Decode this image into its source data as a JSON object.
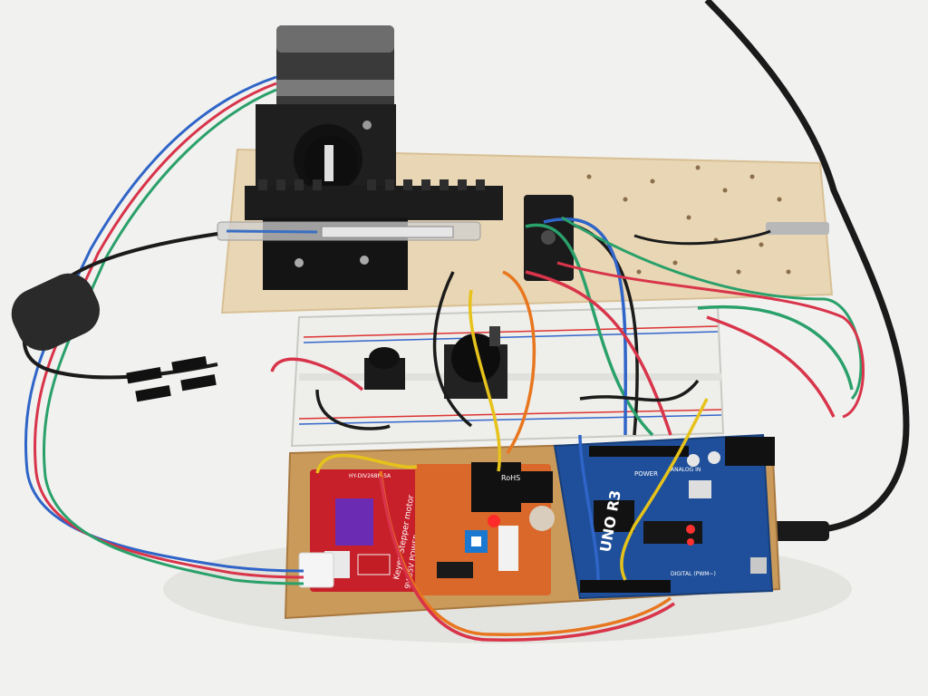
{
  "image": {
    "description_domain": "photo"
  },
  "labels": {
    "uno_brand": "UNO R3",
    "uno_power": "POWER",
    "uno_digital": "DIGITAL (PWM~)",
    "uno_analog": "ANALOG IN",
    "shield_title": "Keyes Stepper motor",
    "shield_sub": "HY-DIV268N-5A",
    "shield_power": "9V-35V POWER",
    "oled_logo": "RoHS"
  },
  "colors": {
    "background": "#f1f1ef",
    "wood": "#e9d6b4",
    "wood_dark": "#c99a5a",
    "breadboard": "#eeeeea",
    "arduino": "#1f4f9a",
    "shield": "#c8202a",
    "protoboard": "#d9682a",
    "motor": "#2a2a2a",
    "wire_red": "#d8344a",
    "wire_blue": "#2f64c8",
    "wire_green": "#2aa06a",
    "wire_orange": "#e8761e",
    "wire_yellow": "#e6c21a",
    "wire_black": "#1b1b1b"
  }
}
